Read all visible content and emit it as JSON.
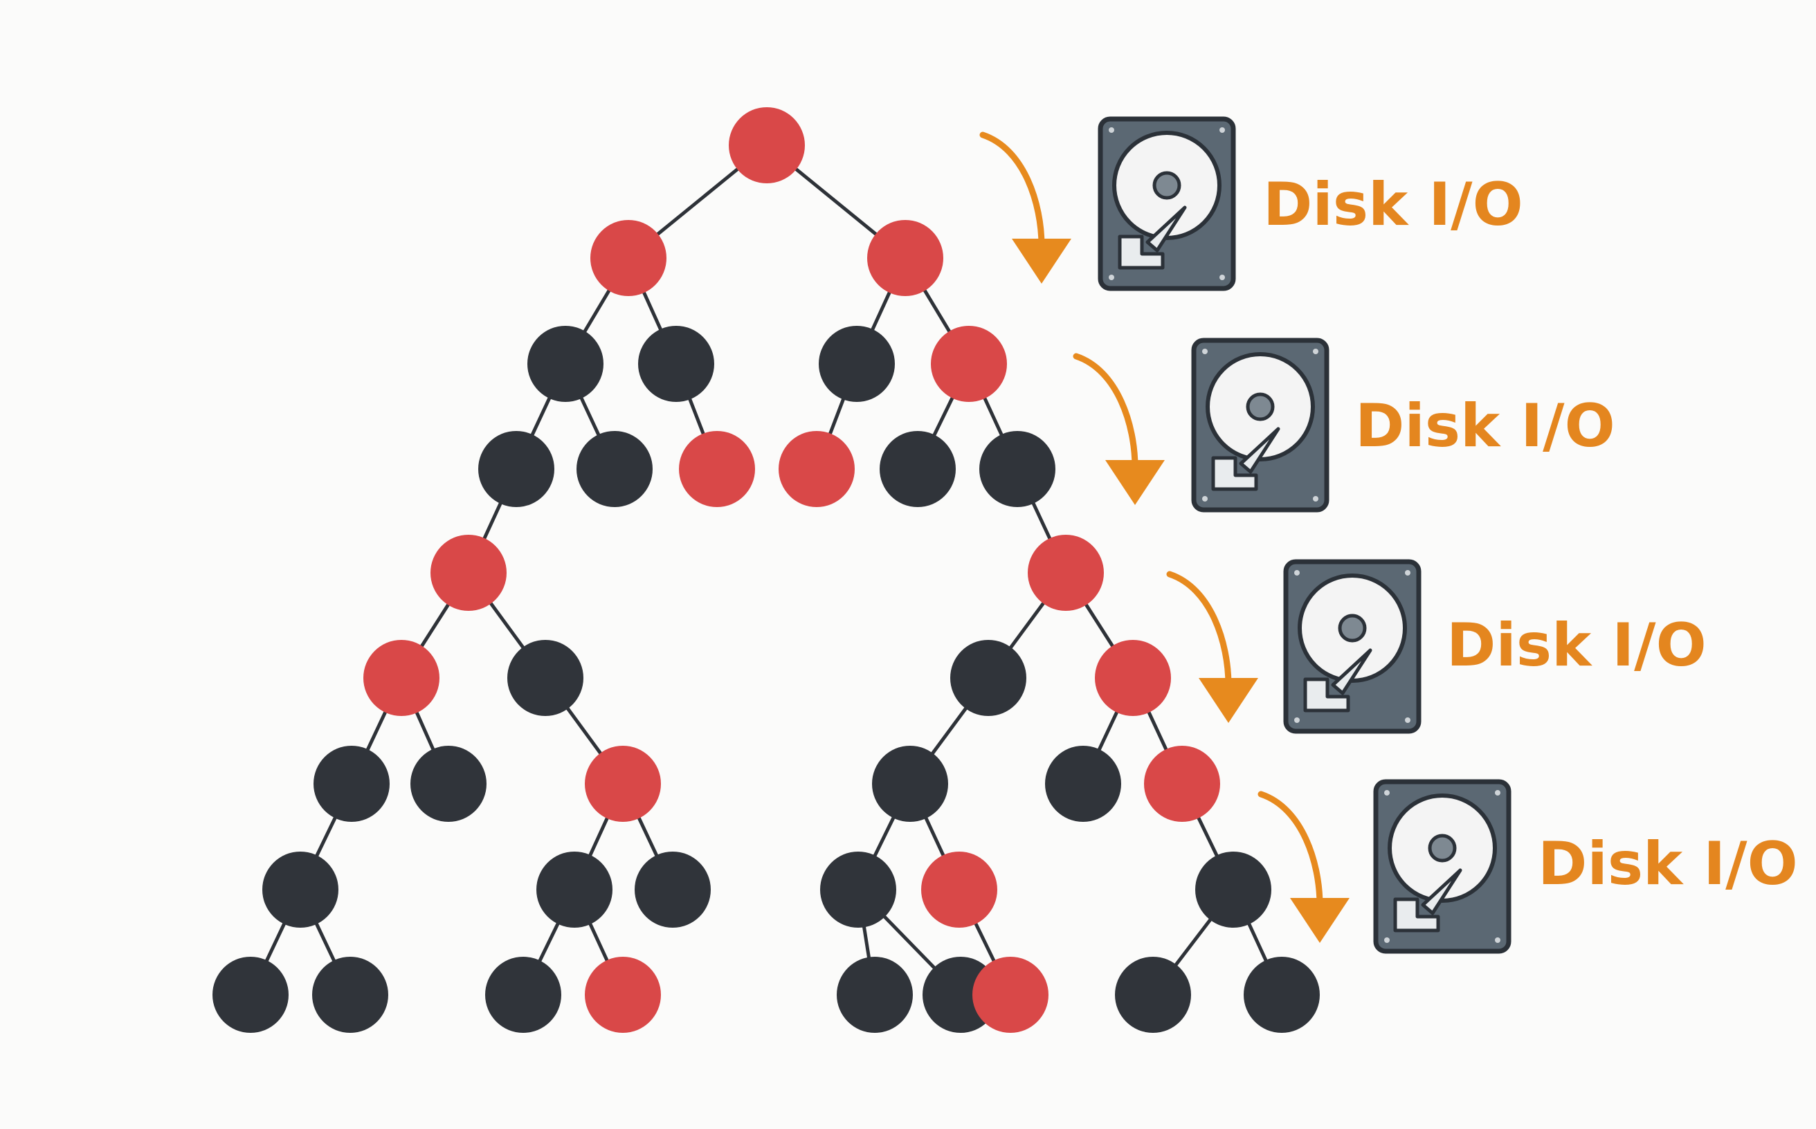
{
  "colors": {
    "background": "#fbfbfa",
    "red_node": "#d94848",
    "black_node": "#30343a",
    "edge": "#2e3238",
    "arrow": "#e78a1e",
    "label": "#e4861f",
    "disk_body": "#5b6873",
    "disk_border": "#2b3138",
    "platter": "#f4f4f4",
    "hub": "#7e8992"
  },
  "tree": {
    "nodes": [
      {
        "id": "n1",
        "color": "red"
      },
      {
        "id": "n2",
        "color": "red"
      },
      {
        "id": "n3",
        "color": "red"
      },
      {
        "id": "n4",
        "color": "black"
      },
      {
        "id": "n5",
        "color": "black"
      },
      {
        "id": "n6",
        "color": "black"
      },
      {
        "id": "n7",
        "color": "red"
      },
      {
        "id": "n8",
        "color": "black"
      },
      {
        "id": "n9",
        "color": "black"
      },
      {
        "id": "n10",
        "color": "red"
      },
      {
        "id": "n11",
        "color": "red"
      },
      {
        "id": "n12",
        "color": "black"
      },
      {
        "id": "n13",
        "color": "black"
      },
      {
        "id": "n14",
        "color": "red"
      },
      {
        "id": "n15",
        "color": "red"
      },
      {
        "id": "n16",
        "color": "red"
      },
      {
        "id": "n17",
        "color": "black"
      },
      {
        "id": "n18",
        "color": "black"
      },
      {
        "id": "n19",
        "color": "red"
      },
      {
        "id": "n20",
        "color": "black"
      },
      {
        "id": "n21",
        "color": "black"
      },
      {
        "id": "n22",
        "color": "red"
      },
      {
        "id": "n23",
        "color": "black"
      },
      {
        "id": "n24",
        "color": "black"
      },
      {
        "id": "n25",
        "color": "red"
      },
      {
        "id": "n26",
        "color": "black"
      },
      {
        "id": "n27",
        "color": "black"
      },
      {
        "id": "n28",
        "color": "black"
      },
      {
        "id": "n29",
        "color": "black"
      },
      {
        "id": "n30",
        "color": "red"
      },
      {
        "id": "n31",
        "color": "black"
      },
      {
        "id": "n32",
        "color": "black"
      },
      {
        "id": "n33",
        "color": "black"
      },
      {
        "id": "n34",
        "color": "black"
      },
      {
        "id": "n35",
        "color": "red"
      },
      {
        "id": "n36",
        "color": "black"
      },
      {
        "id": "n37",
        "color": "black"
      },
      {
        "id": "n38",
        "color": "red"
      },
      {
        "id": "n39",
        "color": "black"
      },
      {
        "id": "n40",
        "color": "black"
      },
      {
        "id": "n41",
        "color": "black"
      },
      {
        "id": "n42",
        "color": "red"
      },
      {
        "id": "n43",
        "color": "black"
      },
      {
        "id": "n44",
        "color": "black"
      },
      {
        "id": "n45",
        "color": "black"
      },
      {
        "id": "n46",
        "color": "black"
      },
      {
        "id": "n47",
        "color": "red"
      },
      {
        "id": "n48",
        "color": "black"
      },
      {
        "id": "n49",
        "color": "black"
      },
      {
        "id": "n50",
        "color": "red"
      },
      {
        "id": "n51",
        "color": "black"
      },
      {
        "id": "n52",
        "color": "black"
      }
    ],
    "edges": [
      [
        "n1",
        "n2"
      ],
      [
        "n1",
        "n3"
      ],
      [
        "n2",
        "n4"
      ],
      [
        "n2",
        "n5"
      ],
      [
        "n3",
        "n6"
      ],
      [
        "n3",
        "n7"
      ],
      [
        "n4",
        "n8"
      ],
      [
        "n4",
        "n9"
      ],
      [
        "n5",
        "n10"
      ],
      [
        "n6",
        "n11"
      ],
      [
        "n7",
        "n12"
      ],
      [
        "n7",
        "n13"
      ],
      [
        "n8",
        "n14"
      ],
      [
        "n13",
        "n15"
      ],
      [
        "n14",
        "n16"
      ],
      [
        "n14",
        "n17"
      ],
      [
        "n15",
        "n18"
      ],
      [
        "n15",
        "n19"
      ],
      [
        "n16",
        "n20"
      ],
      [
        "n16",
        "n21"
      ],
      [
        "n17",
        "n22"
      ],
      [
        "n18",
        "n23"
      ],
      [
        "n19",
        "n24"
      ],
      [
        "n19",
        "n25"
      ],
      [
        "n20",
        "n26"
      ],
      [
        "n22",
        "n27"
      ],
      [
        "n22",
        "n28"
      ],
      [
        "n23",
        "n29"
      ],
      [
        "n23",
        "n30"
      ],
      [
        "n25",
        "n31"
      ],
      [
        "n26",
        "n32"
      ],
      [
        "n26",
        "n33"
      ],
      [
        "n27",
        "n34"
      ],
      [
        "n27",
        "n35"
      ],
      [
        "n29",
        "n36"
      ],
      [
        "n29",
        "n37"
      ],
      [
        "n30",
        "n38"
      ],
      [
        "n31",
        "n39"
      ],
      [
        "n31",
        "n40"
      ]
    ]
  },
  "disk_io": [
    {
      "label": "Disk I/O"
    },
    {
      "label": "Disk I/O"
    },
    {
      "label": "Disk I/O"
    },
    {
      "label": "Disk I/O"
    }
  ]
}
